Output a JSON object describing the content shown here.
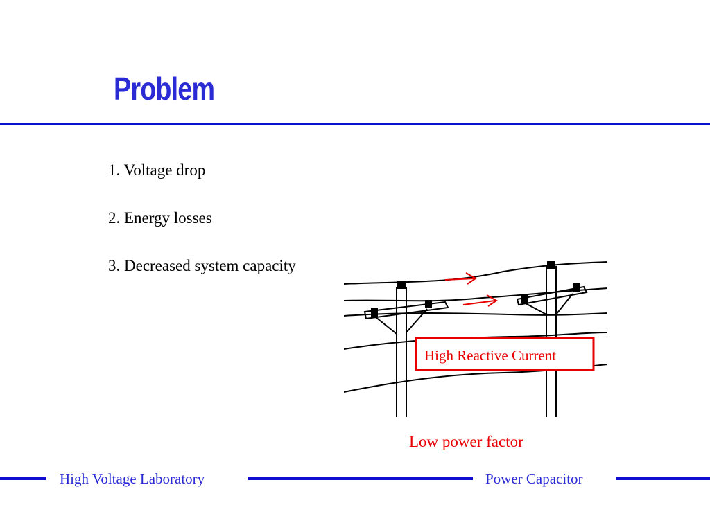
{
  "slide": {
    "title": "Problem",
    "bullets": [
      "1. Voltage drop",
      "2. Energy losses",
      "3. Decreased system capacity"
    ],
    "figure": {
      "label": "High Reactive Current",
      "caption": "Low power factor"
    },
    "footer": {
      "left": "High Voltage Laboratory",
      "right": "Power Capacitor"
    }
  },
  "colors": {
    "title": "#2b2bd6",
    "rule": "#0f0fd2",
    "accent_red": "#e80000",
    "text": "#000000"
  }
}
